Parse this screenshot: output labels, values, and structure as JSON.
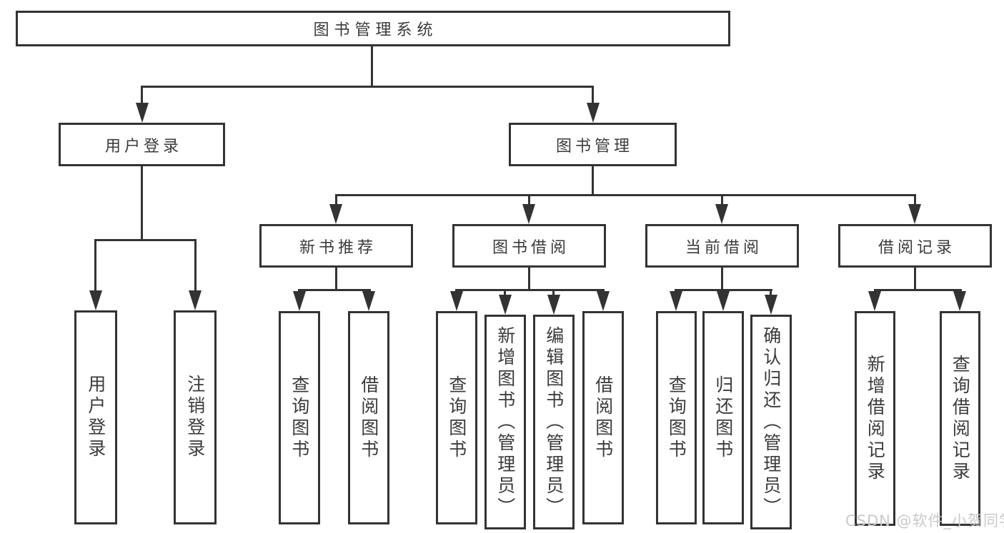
{
  "tree": {
    "root": "图书管理系统",
    "children": [
      {
        "label": "用户登录",
        "children": [
          "用户登录",
          "注销登录"
        ]
      },
      {
        "label": "图书管理",
        "children": [
          {
            "label": "新书推荐",
            "children": [
              "查询图书",
              "借阅图书"
            ]
          },
          {
            "label": "图书借阅",
            "children": [
              "查询图书",
              "新增图书（管理员）",
              "编辑图书（管理员）",
              "借阅图书"
            ]
          },
          {
            "label": "当前借阅",
            "children": [
              "查询图书",
              "归还图书",
              "确认归还（管理员）"
            ]
          },
          {
            "label": "借阅记录",
            "children": [
              "新增借阅记录",
              "查询借阅记录"
            ]
          }
        ]
      }
    ]
  },
  "watermark": {
    "text": "CSDN @软件_小贺同学"
  },
  "colors": {
    "line": "#333333",
    "text": "#3b3b3b",
    "watermark": "#c9c9c9",
    "bg": "#ffffff"
  }
}
